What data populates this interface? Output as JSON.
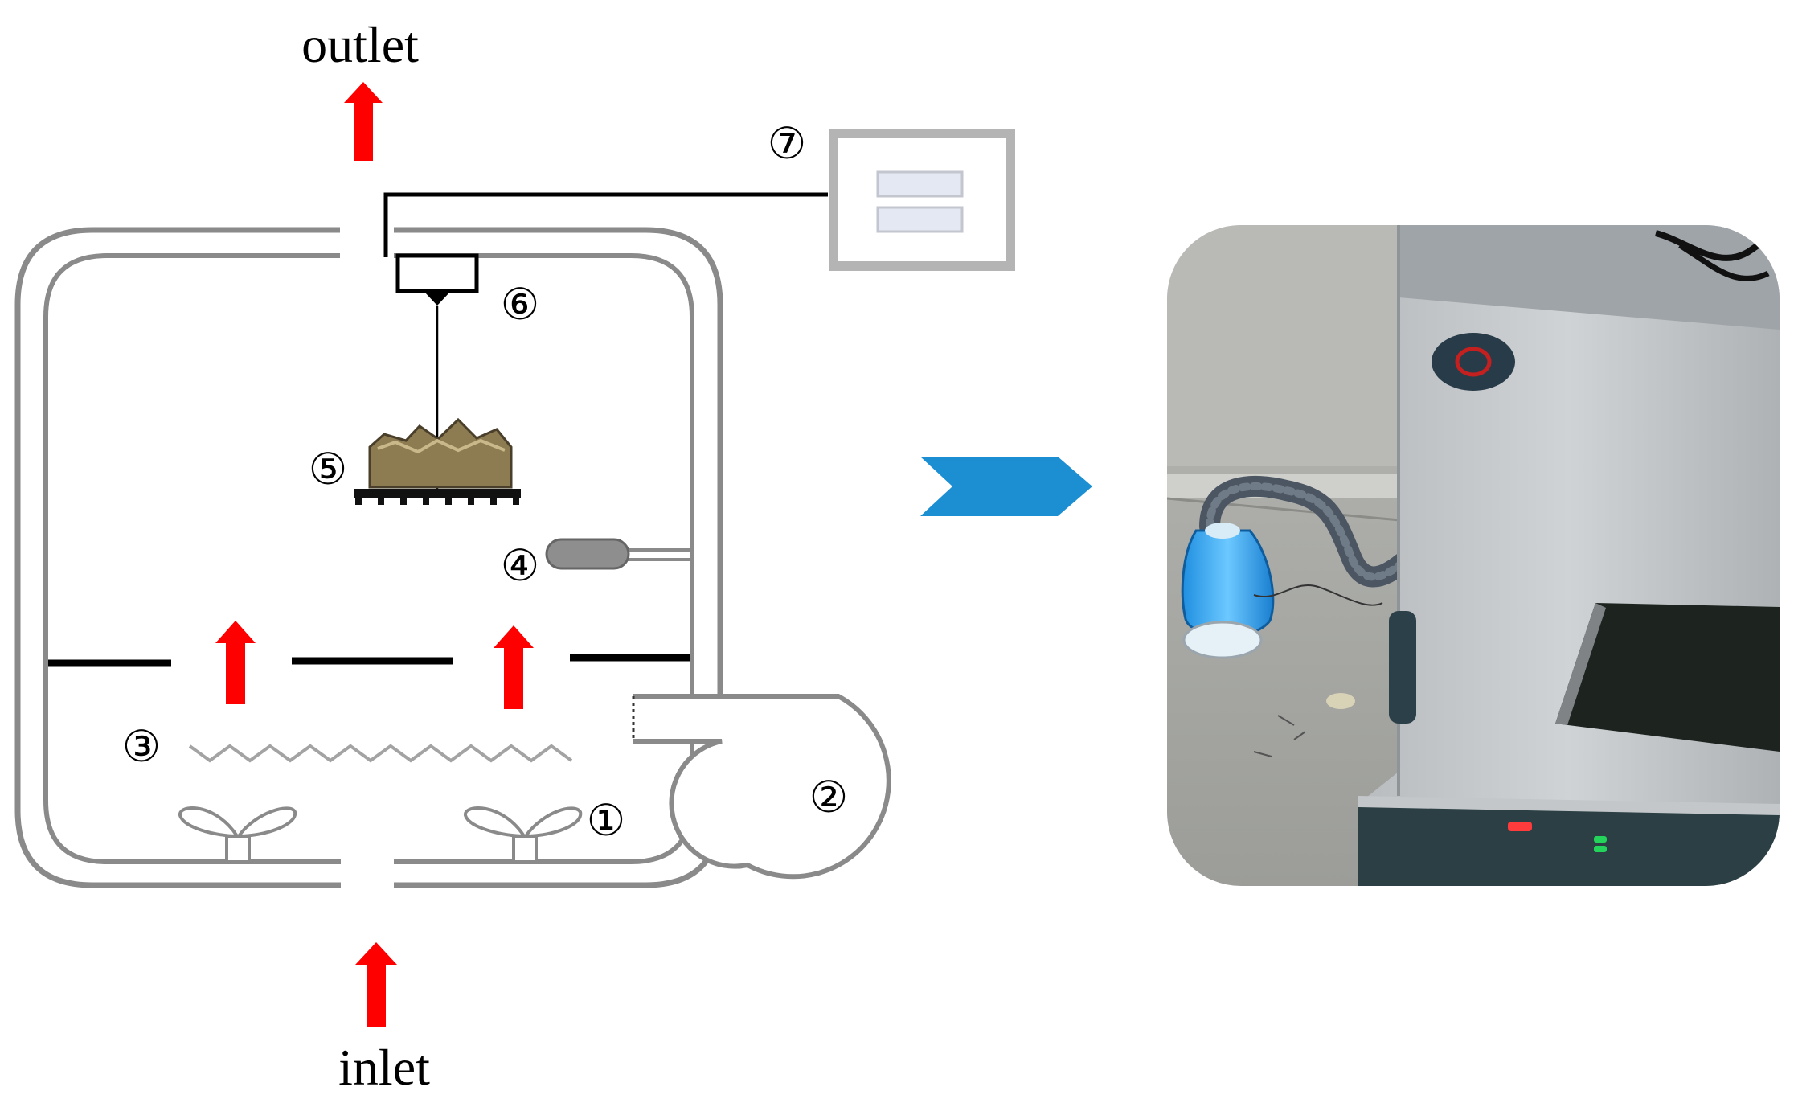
{
  "labels": {
    "outlet": "outlet",
    "inlet": "inlet"
  },
  "components": [
    {
      "id": "1",
      "symbol": "①"
    },
    {
      "id": "2",
      "symbol": "②"
    },
    {
      "id": "3",
      "symbol": "③"
    },
    {
      "id": "4",
      "symbol": "④"
    },
    {
      "id": "5",
      "symbol": "⑤"
    },
    {
      "id": "6",
      "symbol": "⑥"
    },
    {
      "id": "7",
      "symbol": "⑦"
    }
  ],
  "colors": {
    "flow_arrow": "#ff0000",
    "chamber_wall": "#8a8a8a",
    "process_arrow": "#1b8fd2",
    "sample": "#8d7b52",
    "cabinet": "#c9cdd0",
    "humidifier": "#33a9f0",
    "floor": "#a9a9a4"
  }
}
